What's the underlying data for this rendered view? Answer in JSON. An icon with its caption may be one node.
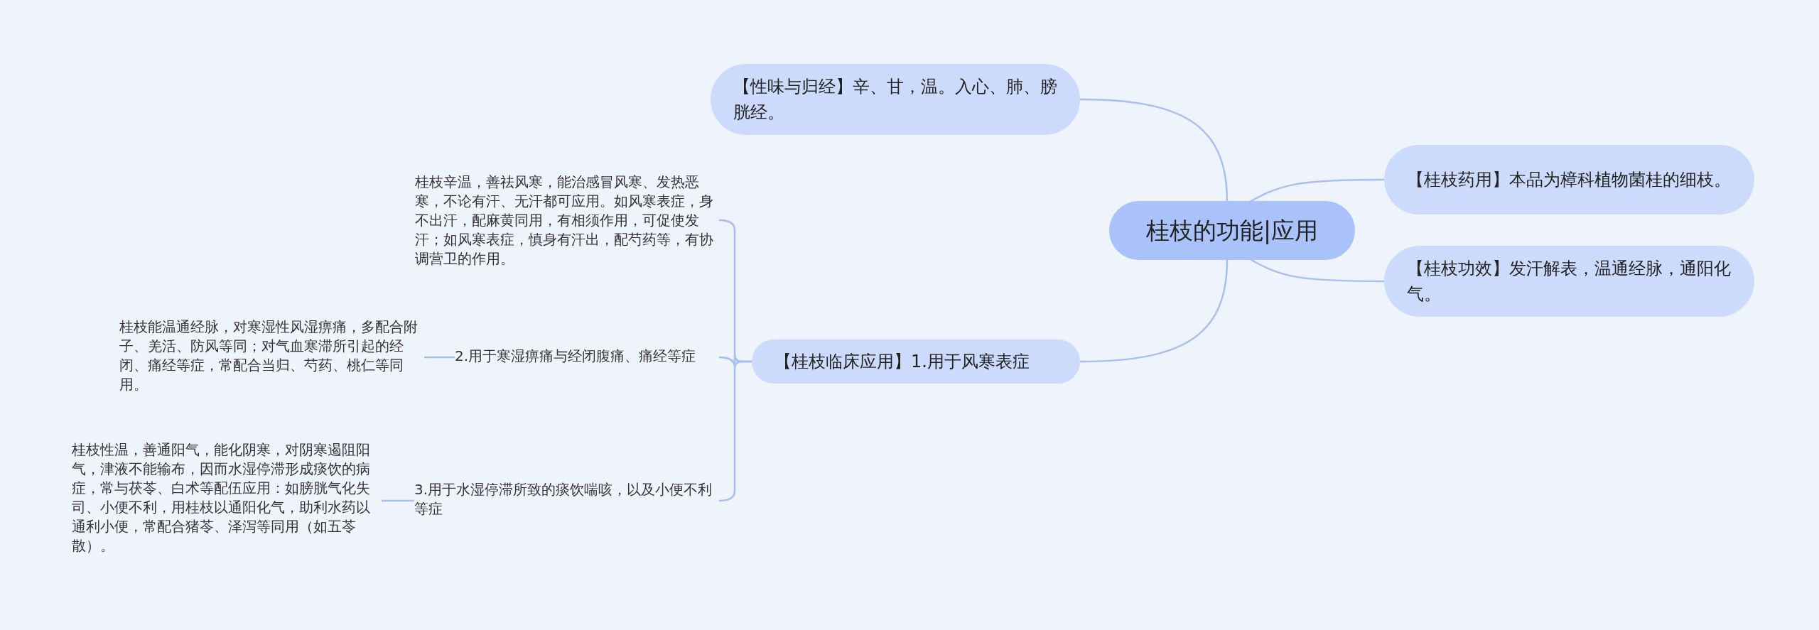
{
  "diagram": {
    "nodes": [
      {
        "text": [
          "桂枝的功能|应用"
        ]
      },
      {
        "text": [
          "【性味与归经】辛、甘，温。入心、肺、膀胱经。"
        ]
      },
      {
        "text": [
          "【桂枝药用】本品为樟科植物菌桂的细枝。"
        ]
      },
      {
        "text": [
          "【桂枝功效】发汗解表，温通经脉，通阳化气。"
        ]
      },
      {
        "text": [
          "【桂枝临床应用】1.用于风寒表症"
        ]
      },
      {
        "text": [
          "桂枝辛温，善祛风寒，能治感冒风寒、发热恶寒，不论有汗、无汗都可应用。如风寒表症，身不出汗，配麻黄同用，有相须作用，可促使发汗；如风寒表症，慎身有汗出，配芍药等，有协调营卫的作用。"
        ]
      },
      {
        "text": [
          "2.用于寒湿痹痛与经闭腹痛、痛经等症"
        ]
      },
      {
        "text": [
          "3.用于水湿停滞所致的痰饮喘咳，以及小便不利等症"
        ]
      },
      {
        "text": [
          "桂枝能温通经脉，对寒湿性风湿痹痛，多配合附子、羌活、防风等同；对气血寒滞所引起的经闭、痛经等症，常配合当归、芍药、桃仁等同用。"
        ]
      },
      {
        "text": [
          "桂枝性温，善通阳气，能化阴寒，对阴寒遏阻阳气，津液不能输布，因而水湿停滞形成痰饮的病症，常与茯苓、白术等配伍应用：如膀胱气化失司、小便不利，用桂枝以通阳化气，助利水药以通利小便，常配合猪苓、泽泻等同用（如五苓散）。"
        ]
      }
    ],
    "edges": [
      {
        "from": 0,
        "to": 1,
        "arrow": "none"
      },
      {
        "from": 0,
        "to": 2,
        "arrow": "none"
      },
      {
        "from": 0,
        "to": 3,
        "arrow": "none"
      },
      {
        "from": 0,
        "to": 4,
        "arrow": "none"
      },
      {
        "from": 4,
        "to": 5,
        "arrow": "none"
      },
      {
        "from": 4,
        "to": 6,
        "arrow": "none"
      },
      {
        "from": 4,
        "to": 7,
        "arrow": "none"
      },
      {
        "from": 6,
        "to": 8,
        "arrow": "none"
      },
      {
        "from": 7,
        "to": 9,
        "arrow": "none"
      }
    ]
  }
}
